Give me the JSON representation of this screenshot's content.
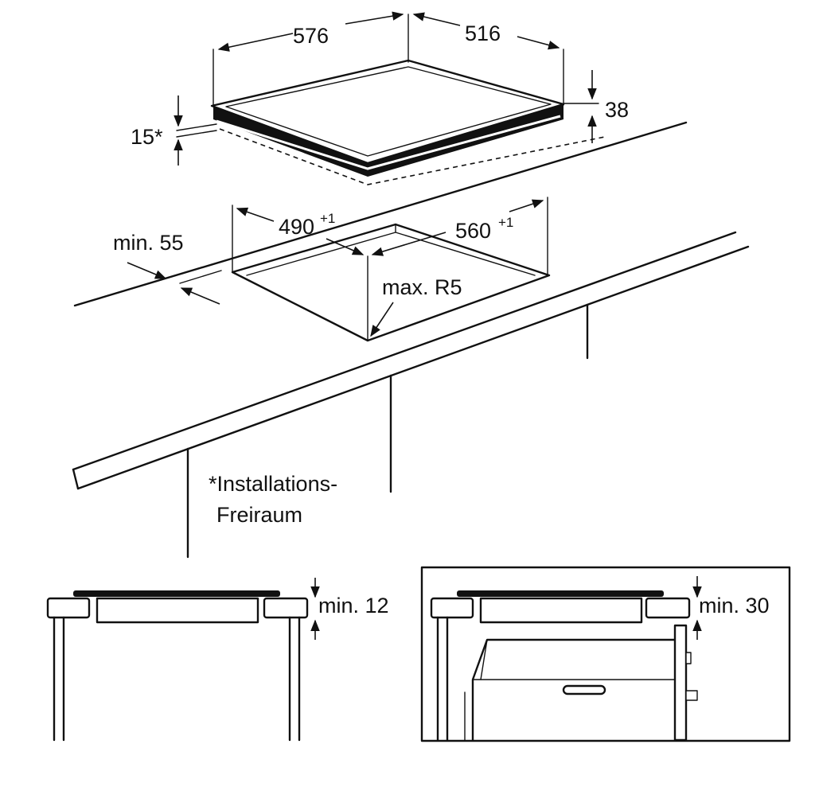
{
  "labels": {
    "hob_width": "576",
    "hob_depth": "516",
    "hob_height": "38",
    "install_gap": "15*",
    "cutout_width": "490",
    "cutout_width_tol": "+1",
    "cutout_depth": "560",
    "cutout_depth_tol": "+1",
    "min_edge": "min. 55",
    "max_radius": "max. R5",
    "note_line1": "*Installations-",
    "note_line2": "Freiraum",
    "min_gap_left": "min. 12",
    "min_gap_right": "min. 30"
  },
  "colors": {
    "line": "#111111",
    "background": "#ffffff"
  }
}
